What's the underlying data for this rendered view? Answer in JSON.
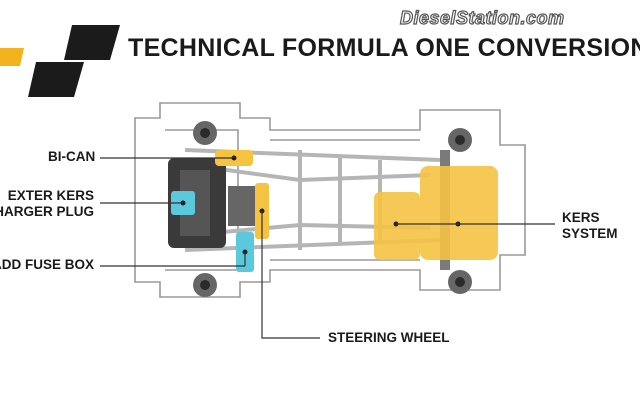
{
  "header": {
    "title": "TECHNICAL FORMULA ONE CONVERSION",
    "watermark": "DieselStation.com"
  },
  "labels": {
    "bi_can": "BI-CAN",
    "charger_plug_line1": "EXTER KERS",
    "charger_plug_line2": "CHARGER PLUG",
    "fuse_box": "ADD FUSE BOX",
    "steering_wheel": "STEERING WHEEL",
    "kers_line1": "KERS",
    "kers_line2": "SYSTEM"
  },
  "colors": {
    "logo_yellow": "#f2b31c",
    "logo_black": "#1b1b1b",
    "component_yellow": "#f5c242",
    "component_cyan": "#5bc8dc",
    "chassis_gray": "#9a9a9a"
  }
}
